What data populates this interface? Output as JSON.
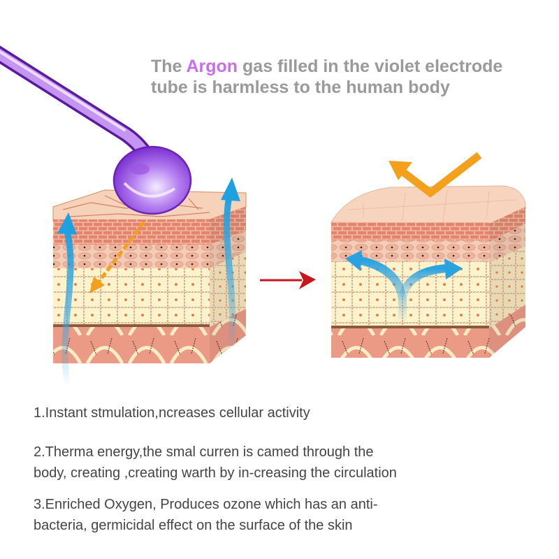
{
  "headline": {
    "prefix": "The ",
    "accent_word": "Argon",
    "line1_rest": " gas filled in the violet electrode",
    "line2": "tube is harmless to the human body",
    "accent_color": "#c86ee8",
    "text_color": "#9a9a9a"
  },
  "illustration": {
    "before_cube": {
      "label": "skin-cross-section-before",
      "electrode": "violet-glass-electrode-tube",
      "arrows": [
        "blue-upward-arrow-left",
        "blue-upward-arrow-right",
        "orange-dashed-arrow-inward"
      ]
    },
    "transition_arrow": {
      "color": "#c8161d",
      "direction": "right"
    },
    "after_cube": {
      "label": "skin-cross-section-after",
      "arrows": [
        "orange-check-arrow",
        "blue-split-arrow"
      ]
    },
    "colors": {
      "tube": "#8a3fd1",
      "blue_arrow": "#35a8e0",
      "orange_arrow": "#f3a11c",
      "skin_top": "#f6d2bb",
      "skin_brick": "#e88e78",
      "skin_cells": "#fbf3cc",
      "dermis": "#e9927d"
    }
  },
  "points": [
    {
      "line1": "1.Instant stmulation,ncreases cellular activity"
    },
    {
      "line1": "2.Therma energy,the smal curren is camed through the",
      "line2": "body,   creating ,creating warth by in-creasing the circulation"
    },
    {
      "line1": "3.Enriched Oxygen,  Produces ozone which has an anti-",
      "line2": "bacteria,  germicidal effect on the surface of the skin"
    }
  ]
}
